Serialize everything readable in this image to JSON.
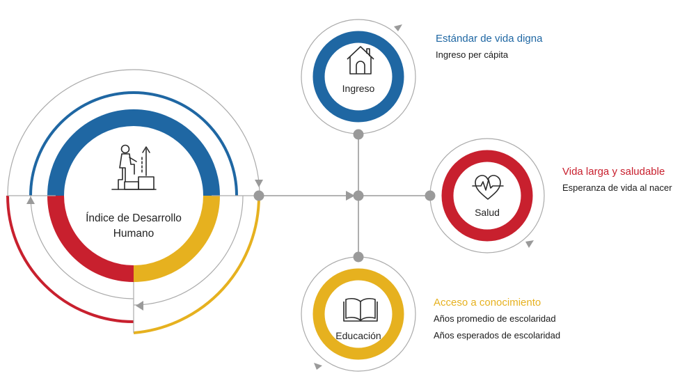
{
  "colors": {
    "blue": "#1f67a3",
    "red": "#c8202e",
    "yellow": "#e6b11f",
    "gray": "#9a9a9a",
    "text": "#222222"
  },
  "center": {
    "title_line1": "Índice de Desarrollo",
    "title_line2": "Humano",
    "icon": "person-climbing-steps-icon"
  },
  "nodes": {
    "ingreso": {
      "label": "Ingreso",
      "icon": "house-icon",
      "title": "Estándar de vida digna",
      "lines": [
        "Ingreso per cápita"
      ]
    },
    "salud": {
      "label": "Salud",
      "icon": "heart-pulse-icon",
      "title": "Vida larga y saludable",
      "lines": [
        "Esperanza de vida al nacer"
      ]
    },
    "educacion": {
      "label": "Educación",
      "icon": "open-book-icon",
      "title": "Acceso a conocimiento",
      "lines": [
        "Años promedio de escolaridad",
        "Años esperados de escolaridad"
      ]
    }
  }
}
